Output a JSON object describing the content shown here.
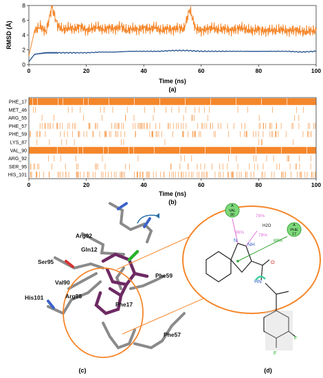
{
  "panels": {
    "a": "(a)",
    "b": "(b)",
    "c": "(c)",
    "d": "(d)"
  },
  "chart_data": [
    {
      "type": "line",
      "panel": "(a)",
      "xlabel": "Time (ns)",
      "ylabel": "RMSD (Å)",
      "xlim": [
        0,
        100
      ],
      "ylim": [
        0,
        8
      ],
      "xticks": [
        "0",
        "20",
        "40",
        "60",
        "80",
        "100"
      ],
      "yticks": [
        "0",
        "2",
        "4",
        "6",
        "8"
      ],
      "grid": false,
      "series": [
        {
          "color": "#f5862a",
          "x": [
            0,
            2,
            4,
            6,
            8,
            10,
            12,
            14,
            16,
            18,
            20,
            22,
            24,
            26,
            28,
            30,
            32,
            34,
            36,
            38,
            40,
            42,
            44,
            46,
            48,
            50,
            52,
            54,
            56,
            58,
            60,
            62,
            64,
            66,
            68,
            70,
            72,
            74,
            76,
            78,
            80,
            82,
            84,
            86,
            88,
            90,
            92,
            94,
            96,
            98,
            100
          ],
          "y": [
            1.2,
            4.6,
            5.2,
            4.4,
            7.8,
            5.3,
            4.7,
            5.0,
            4.8,
            5.2,
            4.6,
            4.9,
            5.1,
            4.7,
            5.0,
            4.8,
            5.2,
            4.6,
            4.9,
            4.7,
            5.0,
            4.8,
            5.1,
            4.6,
            4.9,
            4.7,
            5.0,
            4.8,
            7.5,
            4.9,
            4.6,
            4.8,
            5.0,
            4.7,
            4.9,
            4.6,
            4.8,
            5.0,
            4.7,
            4.6,
            4.8,
            4.5,
            4.7,
            4.6,
            4.8,
            4.5,
            4.7,
            4.6,
            4.4,
            4.6,
            4.5
          ]
        },
        {
          "color": "#1f4e8c",
          "x": [
            0,
            2,
            4,
            6,
            8,
            10,
            15,
            20,
            25,
            30,
            35,
            40,
            45,
            50,
            55,
            60,
            65,
            70,
            75,
            80,
            85,
            90,
            95,
            100
          ],
          "y": [
            0.4,
            1.4,
            1.5,
            1.6,
            1.6,
            1.6,
            1.6,
            1.6,
            1.7,
            1.7,
            1.8,
            1.8,
            1.8,
            1.9,
            1.9,
            1.8,
            1.8,
            1.8,
            1.8,
            1.8,
            1.8,
            1.8,
            1.7,
            1.8
          ]
        }
      ]
    },
    {
      "type": "heatmap",
      "panel": "(b)",
      "xlabel": "Time (ns)",
      "xlim": [
        0,
        100
      ],
      "xticks": [
        "0",
        "20",
        "40",
        "60",
        "80",
        "100"
      ],
      "color": "#f5862a",
      "rows": [
        "PHE_17",
        "MET_46",
        "ARG_55",
        "PHE_57",
        "PHE_59",
        "LYS_87",
        "VAL_90",
        "ARG_92",
        "SER_95",
        "HIS_101"
      ],
      "contact_fraction": [
        0.97,
        0.06,
        0.04,
        0.22,
        0.2,
        0.03,
        0.99,
        0.05,
        0.1,
        0.3
      ]
    },
    {
      "type": "table",
      "panel": "(c)",
      "residue_labels": [
        "Arg92",
        "Gln12",
        "Ser95",
        "Val90",
        "Arg88",
        "His101",
        "Phe59",
        "Phe17",
        "Phe57"
      ]
    },
    {
      "type": "table",
      "panel": "(d)",
      "interactions": [
        {
          "residue_top": "A",
          "residue": "VAL",
          "number": "90",
          "percent": "96%"
        },
        {
          "residue_top": "",
          "residue": "H2O",
          "number": "",
          "percent": "78%"
        },
        {
          "residue_top": "",
          "residue": "H2O",
          "number": "",
          "percent": "78%"
        },
        {
          "residue_top": "A",
          "residue": "PHE",
          "number": "17",
          "percent": "89%"
        }
      ],
      "atoms": [
        "N",
        "NH",
        "O",
        "HN",
        "F",
        "F"
      ]
    }
  ]
}
